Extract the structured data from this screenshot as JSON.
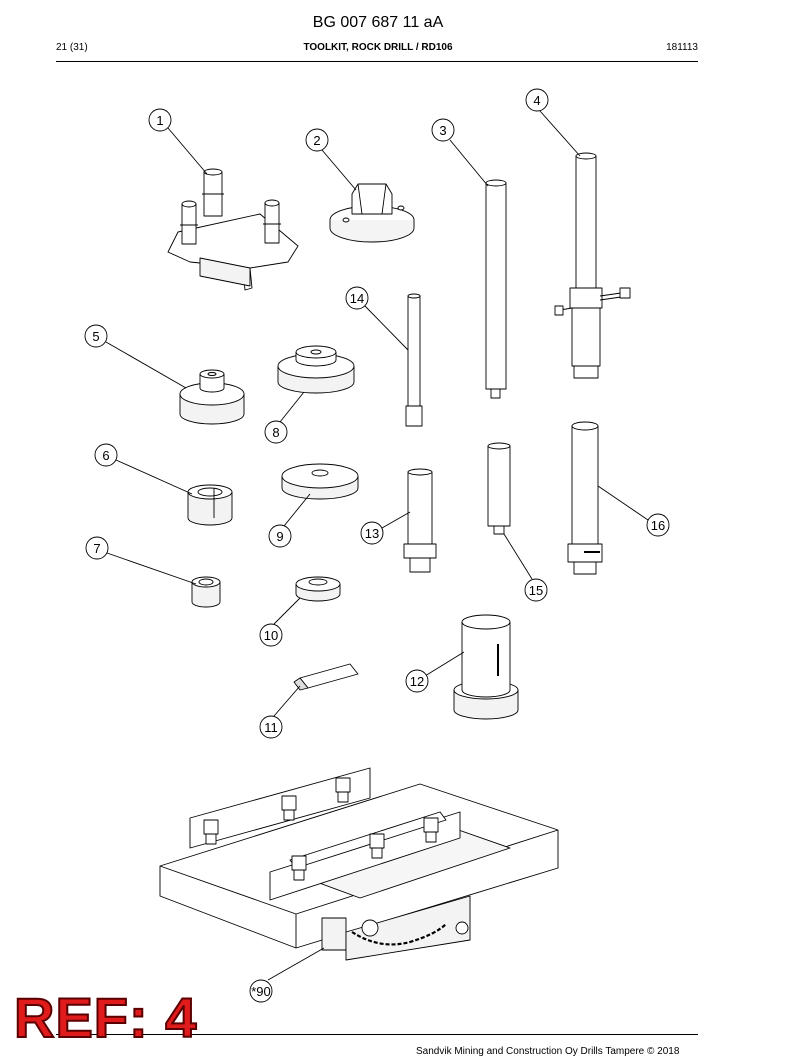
{
  "header": {
    "doc_number": "BG 007 687 11 aA",
    "page": "21 (31)",
    "title": "TOOLKIT, ROCK DRILL / RD106",
    "date": "181113"
  },
  "callouts": [
    {
      "id": "c1",
      "label": "1"
    },
    {
      "id": "c2",
      "label": "2"
    },
    {
      "id": "c3",
      "label": "3"
    },
    {
      "id": "c4",
      "label": "4"
    },
    {
      "id": "c5",
      "label": "5"
    },
    {
      "id": "c6",
      "label": "6"
    },
    {
      "id": "c7",
      "label": "7"
    },
    {
      "id": "c8",
      "label": "8"
    },
    {
      "id": "c9",
      "label": "9"
    },
    {
      "id": "c10",
      "label": "10"
    },
    {
      "id": "c11",
      "label": "11"
    },
    {
      "id": "c12",
      "label": "12"
    },
    {
      "id": "c13",
      "label": "13"
    },
    {
      "id": "c14",
      "label": "14"
    },
    {
      "id": "c15",
      "label": "15"
    },
    {
      "id": "c16",
      "label": "16"
    },
    {
      "id": "c90",
      "label": "*90"
    }
  ],
  "stamp": "REF: 4",
  "footer": "Sandvik Mining and Construction Oy Drills Tampere © 2018"
}
